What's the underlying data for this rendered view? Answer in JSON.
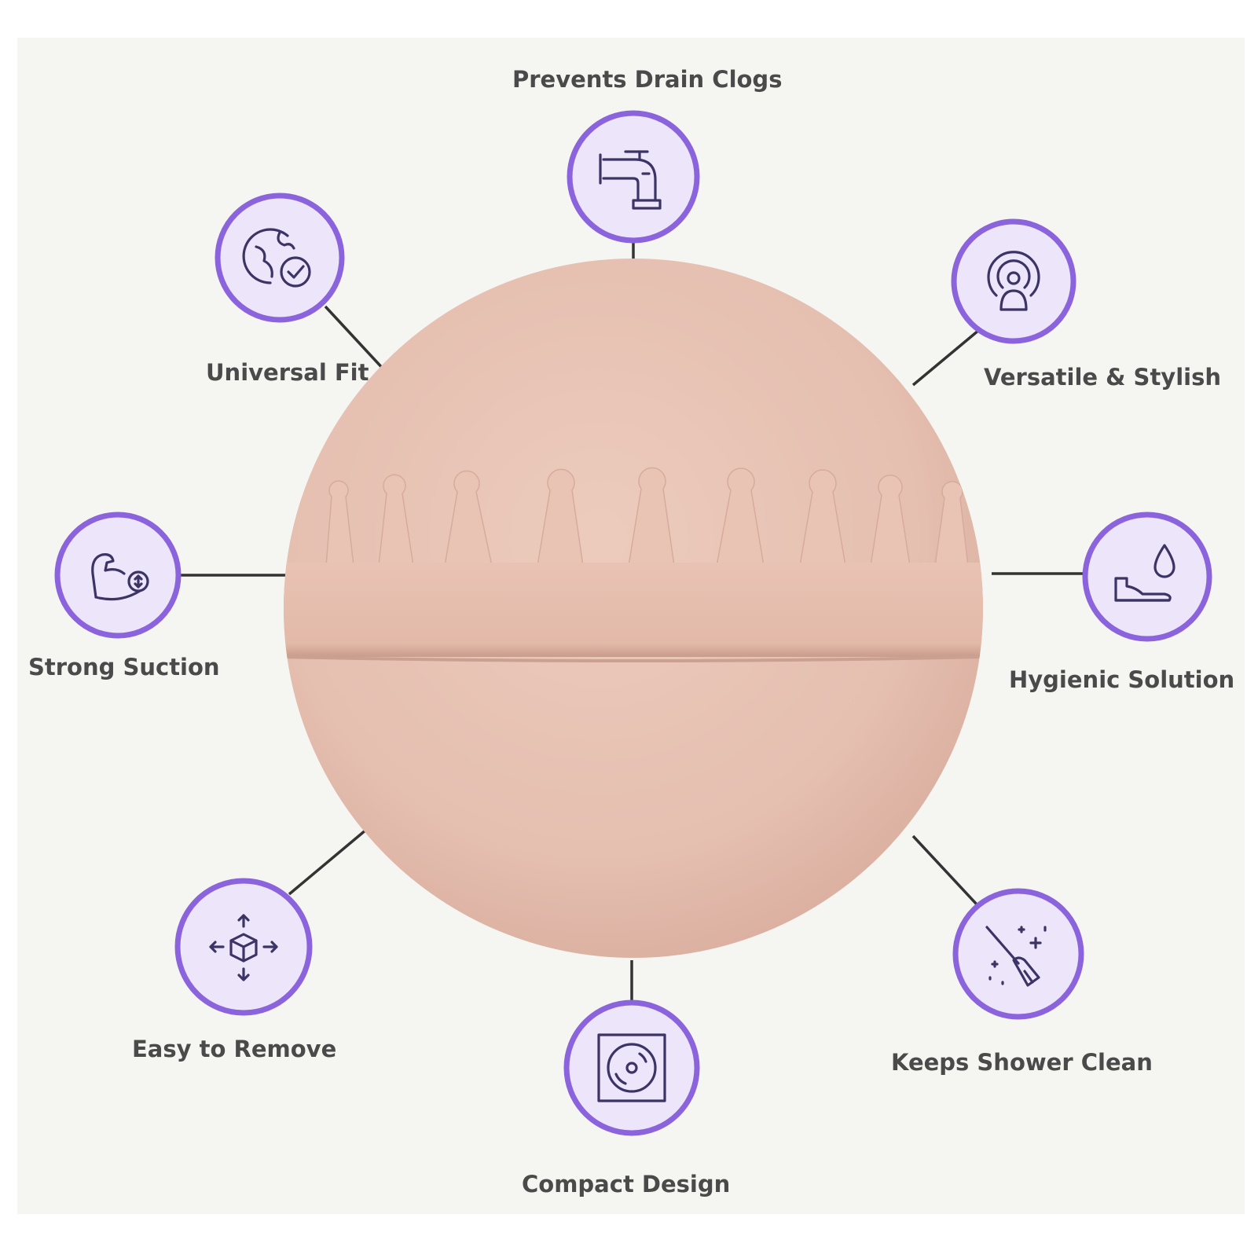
{
  "features": [
    {
      "id": "prevents-drain-clogs",
      "label": "Prevents Drain Clogs",
      "icon": "drain-pipe-icon"
    },
    {
      "id": "universal-fit",
      "label": "Universal Fit",
      "icon": "globe-check-icon"
    },
    {
      "id": "versatile-stylish",
      "label": "Versatile & Stylish",
      "icon": "broadcast-user-icon"
    },
    {
      "id": "strong-suction",
      "label": "Strong Suction",
      "icon": "flexed-arm-icon"
    },
    {
      "id": "hygienic-solution",
      "label": "Hygienic Solution",
      "icon": "hand-droplet-icon"
    },
    {
      "id": "easy-to-remove",
      "label": "Easy to Remove",
      "icon": "move-cube-icon"
    },
    {
      "id": "compact-design",
      "label": "Compact Design",
      "icon": "disc-square-icon"
    },
    {
      "id": "keeps-shower-clean",
      "label": "Keeps Shower Clean",
      "icon": "broom-sparkle-icon"
    }
  ],
  "colors": {
    "background": "#f5f5f2",
    "product": "#e8c2b3",
    "icon_ring": "#8a63dd",
    "icon_fill": "#ede6fb",
    "icon_glyph": "#3d3466",
    "label_text": "#4a4a4a",
    "connector": "#333333"
  }
}
